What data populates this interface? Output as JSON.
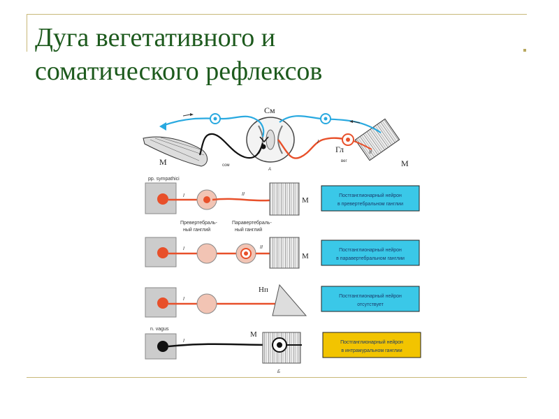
{
  "title": {
    "line1": "Дуга вегетативного и",
    "line2": "соматического рефлексов"
  },
  "diagram": {
    "top": {
      "label_sm": "См",
      "label_m_left": "М",
      "label_som": "сом",
      "label_a": "А",
      "label_i": "I",
      "label_gl": "Гл",
      "label_veg": "вег",
      "label_ii": "II",
      "label_m_right": "М"
    },
    "rows": [
      {
        "caption": "pp. sympathici",
        "label_i": "I",
        "label_ii": "II",
        "label_m": "М",
        "box_line1": "Постганглионарный нейрон",
        "box_line2": "в превертебральном ганглии",
        "box_color": "#3ac8e8"
      },
      {
        "sub_left_line1": "Превертебраль-",
        "sub_left_line2": "ный ганглий",
        "sub_right_line1": "Паравертебраль-",
        "sub_right_line2": "ный ганглий",
        "label_i": "I",
        "label_ii": "II",
        "label_m": "М",
        "box_line1": "Постганглионарный нейрон",
        "box_line2": "в паравертебральном ганглии",
        "box_color": "#3ac8e8"
      },
      {
        "label_i": "I",
        "label_np": "Нп",
        "box_line1": "Постганглионарный нейрон",
        "box_line2": "отсутствует",
        "box_color": "#3ac8e8"
      },
      {
        "caption": "n. vagus",
        "label_i": "I",
        "label_m": "М",
        "label_b": "Б",
        "box_line1": "Постганглионарный нейрон",
        "box_line2": "в интрамуральном ганглии",
        "box_color": "#f2c400"
      }
    ]
  }
}
